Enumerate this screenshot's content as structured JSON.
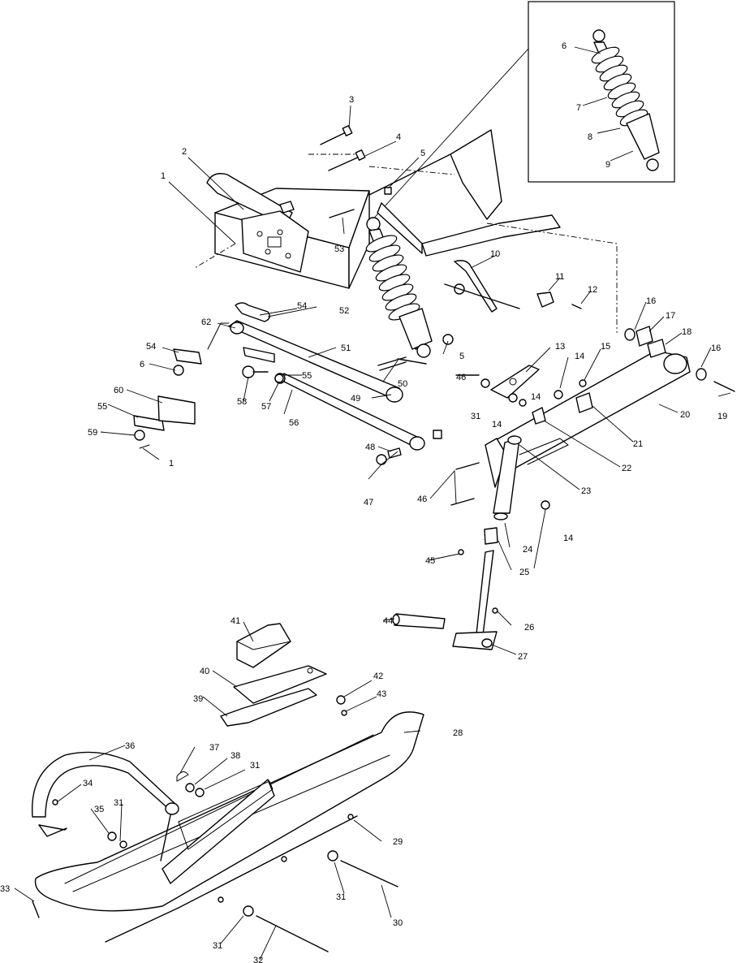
{
  "diagram": {
    "callouts": [
      "1",
      "2",
      "3",
      "4",
      "5",
      "6",
      "7",
      "8",
      "9",
      "10",
      "11",
      "12",
      "13",
      "14",
      "14",
      "14",
      "14",
      "15",
      "16",
      "16",
      "17",
      "18",
      "19",
      "20",
      "21",
      "22",
      "23",
      "24",
      "25",
      "26",
      "27",
      "28",
      "29",
      "30",
      "31",
      "31",
      "31",
      "31",
      "31",
      "32",
      "33",
      "34",
      "35",
      "36",
      "37",
      "38",
      "39",
      "40",
      "41",
      "42",
      "43",
      "44",
      "45",
      "46",
      "46",
      "47",
      "48",
      "49",
      "5",
      "6",
      "51",
      "52",
      "53",
      "54",
      "54",
      "55",
      "55",
      "56",
      "57",
      "58",
      "59",
      "60",
      "62",
      "1",
      "50"
    ]
  }
}
